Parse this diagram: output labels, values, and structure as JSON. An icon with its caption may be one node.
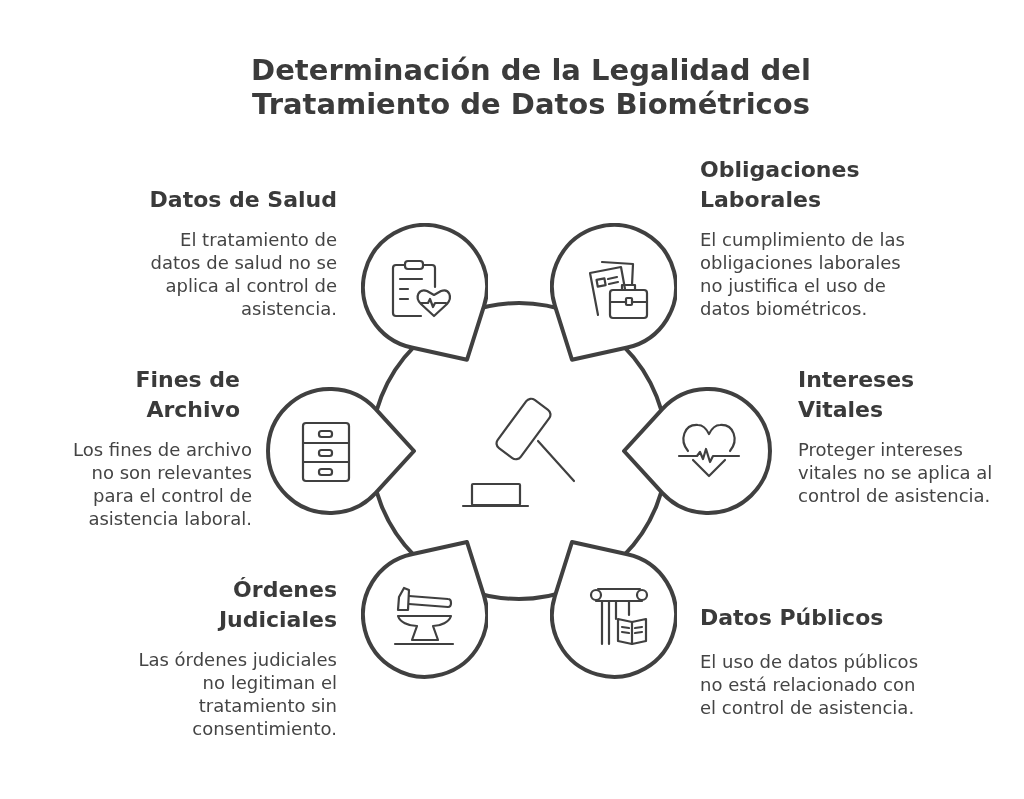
{
  "diagram": {
    "title": "Determinación de la Legalidad del Tratamiento de Datos Biométricos",
    "nodes": [
      {
        "text": [],
        "shape": "circle"
      },
      {
        "text": [],
        "shape": "teardrop",
        "beside": [
          "Datos de Salud",
          "El tratamiento de datos de salud no se aplica al control de asistencia."
        ]
      },
      {
        "text": [],
        "shape": "teardrop",
        "beside": [
          "Obligaciones Laborales",
          "El cumplimiento de las obligaciones laborales no justifica el uso de datos biométricos."
        ]
      },
      {
        "text": [],
        "shape": "teardrop",
        "beside": [
          "Fines de Archivo",
          "Los fines de archivo no son relevantes para el control de asistencia laboral."
        ]
      },
      {
        "text": [],
        "shape": "teardrop",
        "beside": [
          "Intereses Vitales",
          "Proteger intereses vitales no se aplica al control de asistencia."
        ]
      },
      {
        "text": [],
        "shape": "teardrop",
        "beside": [
          "Órdenes Judiciales",
          "Las órdenes judiciales no legitiman el tratamiento sin consentimiento."
        ]
      },
      {
        "text": [],
        "shape": "teardrop",
        "beside": [
          "Datos Públicos",
          "El uso de datos públicos no está relacionado con el control de asistencia."
        ]
      }
    ]
  }
}
